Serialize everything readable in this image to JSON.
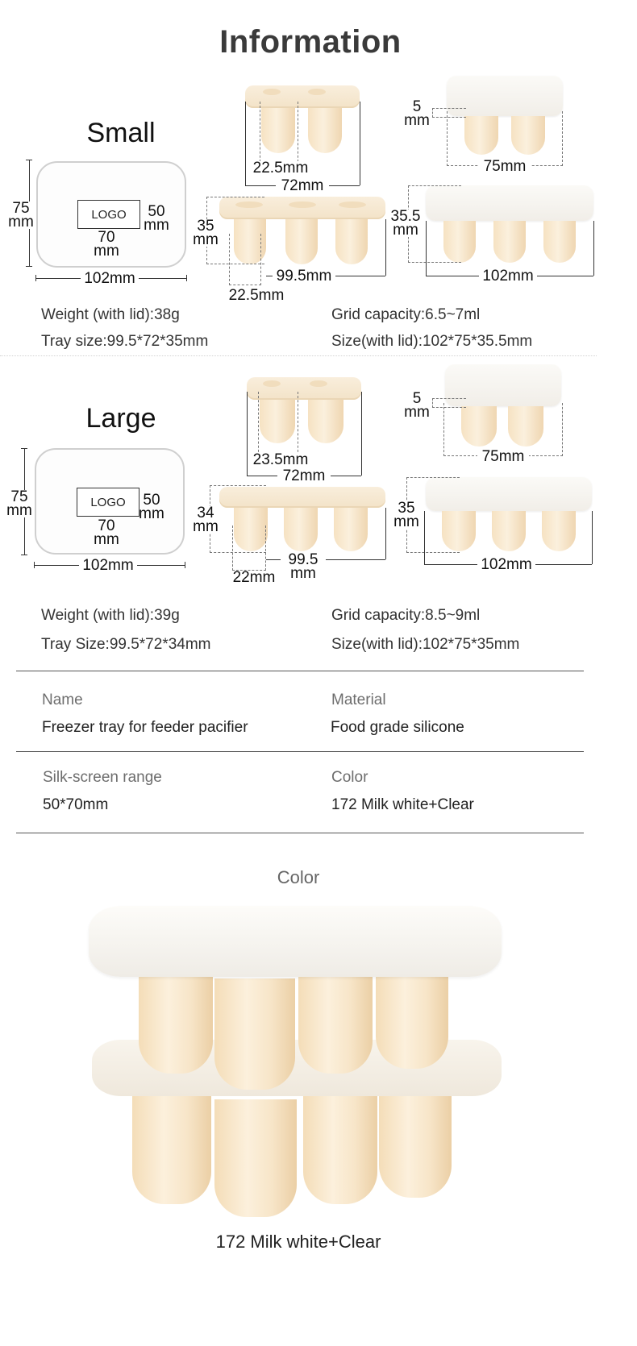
{
  "page": {
    "title": "Information"
  },
  "small": {
    "title": "Small",
    "lid": {
      "height": "75",
      "height_unit": "mm",
      "width": "102mm",
      "logo": "LOGO",
      "logo_w": "50",
      "logo_w_unit": "mm",
      "logo_h": "70",
      "logo_h_unit": "mm"
    },
    "tray_top": {
      "hole": "22.5mm",
      "depth": "72mm"
    },
    "lid_side": {
      "thickness": "5",
      "thickness_unit": "mm",
      "width": "75mm"
    },
    "tray_side": {
      "height": "35",
      "height_unit": "mm",
      "length": "99.5mm",
      "pod": "22.5mm"
    },
    "lidded_side": {
      "height": "35.5",
      "height_unit": "mm",
      "length": "102mm"
    },
    "specs": {
      "weight": "Weight (with lid):38g",
      "tray_size": "Tray size:99.5*72*35mm",
      "grid": "Grid capacity:6.5~7ml",
      "size_lid": "Size(with lid):102*75*35.5mm"
    }
  },
  "large": {
    "title": "Large",
    "lid": {
      "height": "75",
      "height_unit": "mm",
      "width": "102mm",
      "logo": "LOGO",
      "logo_w": "50",
      "logo_w_unit": "mm",
      "logo_h": "70",
      "logo_h_unit": "mm"
    },
    "tray_top": {
      "hole": "23.5mm",
      "depth": "72mm"
    },
    "lid_side": {
      "thickness": "5",
      "thickness_unit": "mm",
      "width": "75mm"
    },
    "tray_side": {
      "height": "34",
      "height_unit": "mm",
      "length": "99.5",
      "length_unit": "mm",
      "pod": "22mm"
    },
    "lidded_side": {
      "height": "35",
      "height_unit": "mm",
      "length": "102mm"
    },
    "specs": {
      "weight": "Weight (with lid):39g",
      "tray_size": "Tray Size:99.5*72*34mm",
      "grid": "Grid capacity:8.5~9ml",
      "size_lid": "Size(with lid):102*75*35mm"
    }
  },
  "table": {
    "name_label": "Name",
    "name_value": "Freezer tray for feeder pacifier",
    "material_label": "Material",
    "material_value": "Food grade silicone",
    "silk_label": "Silk-screen range",
    "silk_value": "50*70mm",
    "color_label": "Color",
    "color_value": "172 Milk white+Clear"
  },
  "color_section": {
    "heading": "Color",
    "caption": "172 Milk white+Clear"
  },
  "colors": {
    "milk_white": "#f6e6cc",
    "clear_lid": "#f7f5f1",
    "divider": "#555555"
  }
}
